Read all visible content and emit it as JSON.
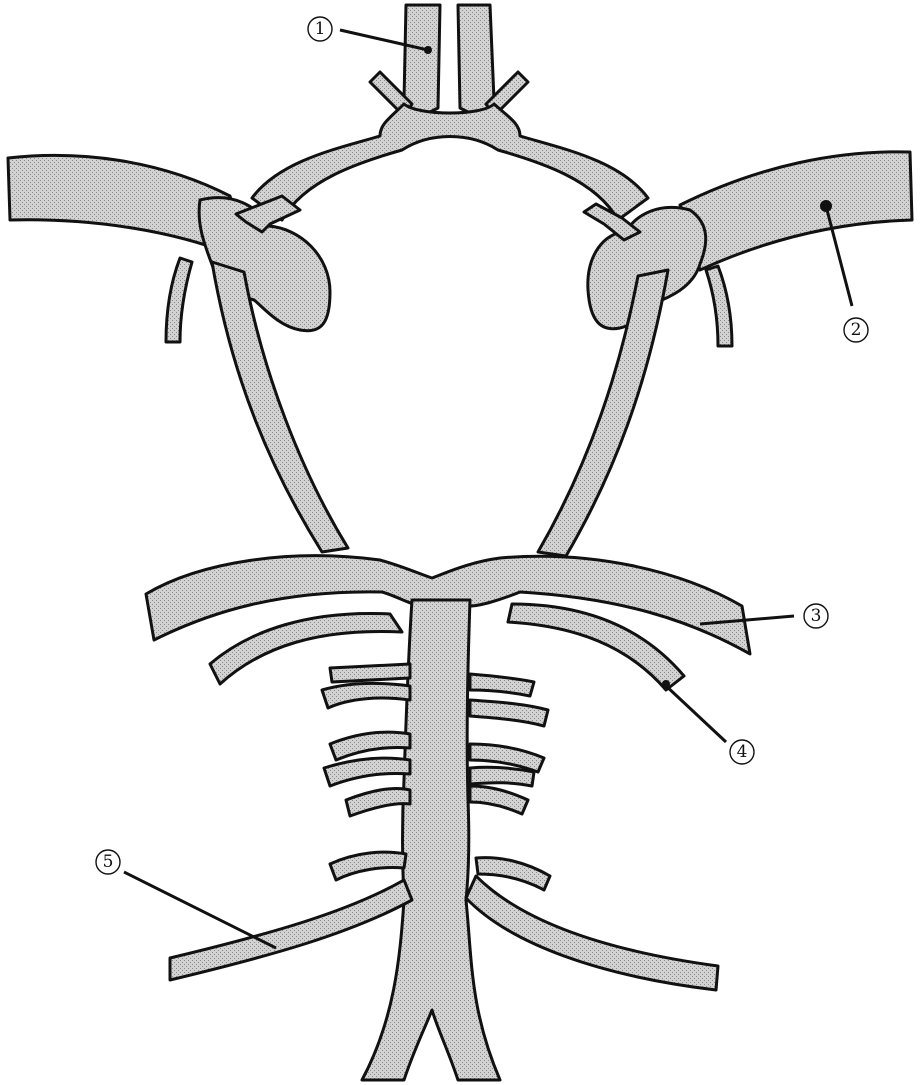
{
  "figure": {
    "fill_color": "#cfcfcf",
    "stroke_color": "#111111",
    "labels": [
      {
        "id": "1",
        "text": "①"
      },
      {
        "id": "2",
        "text": "②"
      },
      {
        "id": "3",
        "text": "③"
      },
      {
        "id": "4",
        "text": "④"
      },
      {
        "id": "5",
        "text": "⑤"
      }
    ]
  }
}
